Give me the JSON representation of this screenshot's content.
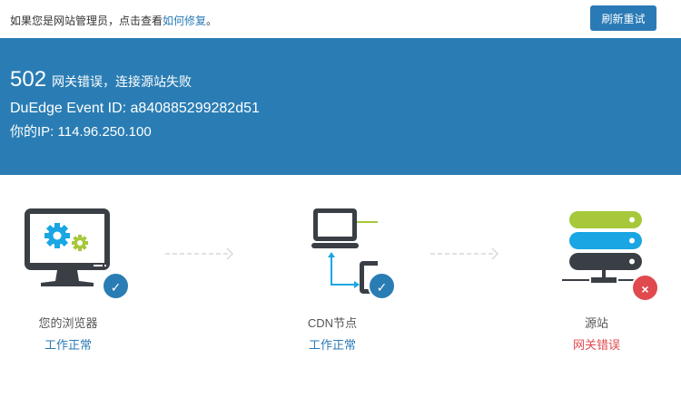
{
  "topbar": {
    "message": "如果您是网站管理员，点击查看",
    "link": "如何修复",
    "suffix": "。",
    "retry_label": "刷新重试"
  },
  "banner": {
    "code": "502",
    "code_message": "网关错误，连接源站失败",
    "event_id": "DuEdge Event ID: a840885299282d51",
    "ip": "你的IP: 114.96.250.100"
  },
  "steps": [
    {
      "name": "您的浏览器",
      "status": "工作正常",
      "state": "ok",
      "icon": "monitor-gears-icon"
    },
    {
      "name": "CDN节点",
      "status": "工作正常",
      "state": "ok",
      "icon": "cdn-network-icon"
    },
    {
      "name": "源站",
      "status": "网关错误",
      "state": "error",
      "icon": "server-stack-icon"
    }
  ],
  "colors": {
    "primary": "#2a7db4",
    "error": "#e04a4f",
    "green": "#a6c83a",
    "cyan": "#19a6e3",
    "dark": "#3a3f45"
  }
}
